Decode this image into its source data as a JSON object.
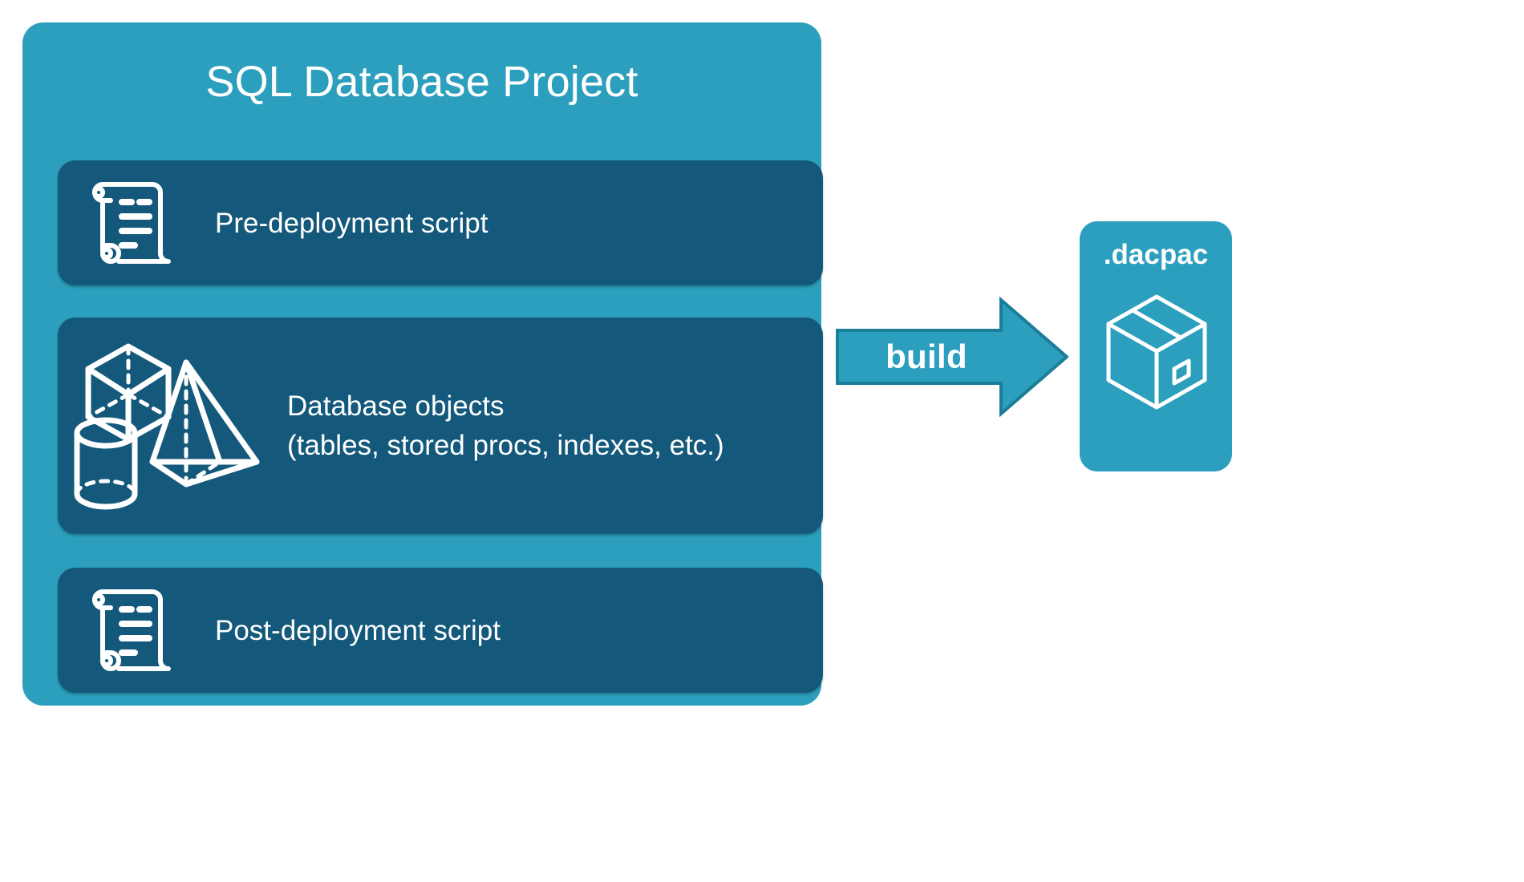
{
  "diagram": {
    "type": "flow-diagram",
    "background_color": "#ffffff",
    "accent_color": "#2b9fbd",
    "panel_color": "#14597b",
    "text_color": "#ffffff"
  },
  "project": {
    "title": "SQL Database Project",
    "panels": [
      {
        "id": "pre-deployment",
        "label": "Pre-deployment script",
        "icon": "scroll-icon"
      },
      {
        "id": "database-objects",
        "label": "Database objects\n(tables, stored procs, indexes, etc.)",
        "icon": "3d-shapes-icon"
      },
      {
        "id": "post-deployment",
        "label": "Post-deployment script",
        "icon": "scroll-icon"
      }
    ]
  },
  "arrow": {
    "label": "build",
    "direction": "right",
    "fill": "#2b9fbd",
    "stroke": "#1a7d99"
  },
  "output": {
    "title": ".dacpac",
    "icon": "package-box-icon",
    "fill": "#2b9fbd"
  }
}
